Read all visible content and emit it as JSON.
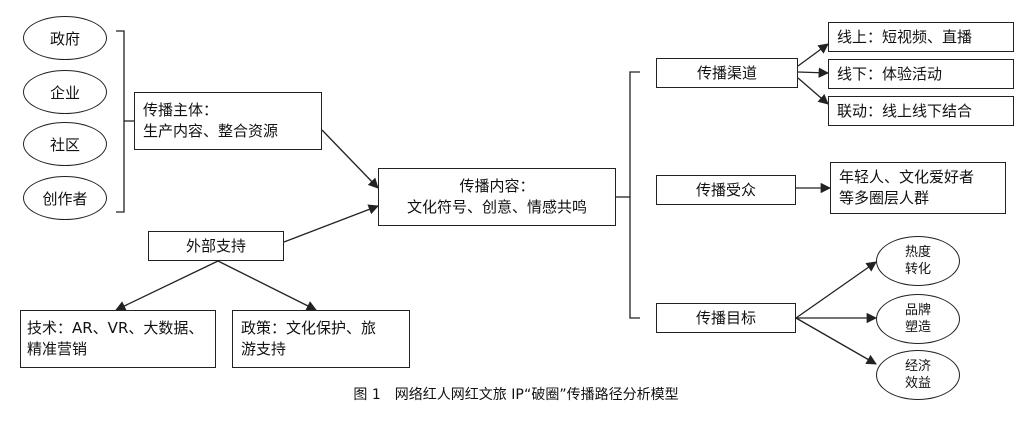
{
  "entities": [
    "政府",
    "企业",
    "社区",
    "创作者"
  ],
  "subject_box": "传播主体：\n生产内容、整合资源",
  "external_support": "外部支持",
  "tech_box": "技术：AR、VR、大数据、\n精准营销",
  "policy_box": "政策：文化保护、旅\n游支持",
  "content_box": "传播内容：\n文化符号、创意、情感共鸣",
  "channel": "传播渠道",
  "channel_items": [
    "线上：短视频、直播",
    "线下：体验活动",
    "联动：线上线下结合"
  ],
  "audience": "传播受众",
  "audience_detail": "年轻人、文化爱好者\n等多圈层人群",
  "goal": "传播目标",
  "goal_items": [
    "热度\n转化",
    "品牌\n塑造",
    "经济\n效益"
  ],
  "caption": "图 1　网络红人网红文旅 IP“破圈”传播路径分析模型"
}
